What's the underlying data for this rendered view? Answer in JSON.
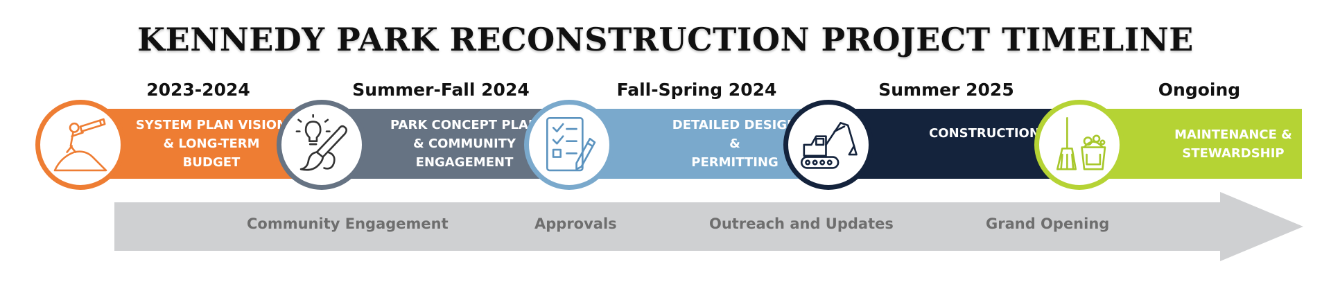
{
  "title": "KENNEDY PARK RECONSTRUCTION PROJECT TIMELINE",
  "phases": [
    {
      "date": "2023-2024",
      "label": "SYSTEM PLAN VISION\n& LONG-TERM\nBUDGET",
      "color": "#EE7D33",
      "icon": "telescope-person-icon"
    },
    {
      "date": "Summer-Fall 2024",
      "label": "PARK CONCEPT PLAN\n& COMMUNITY\nENGAGEMENT",
      "color": "#667383",
      "icon": "lightbulb-brush-icon"
    },
    {
      "date": "Fall-Spring 2024",
      "label": "DETAILED DESIGN &\nPERMITTING",
      "color": "#7AA9CC",
      "icon": "checklist-pencil-icon"
    },
    {
      "date": "Summer 2025",
      "label": "CONSTRUCTION",
      "color": "#14233C",
      "icon": "excavator-icon"
    },
    {
      "date": "Ongoing",
      "label": "MAINTENANCE &\nSTEWARDSHIP",
      "color": "#B5D334",
      "icon": "broom-bucket-icon"
    }
  ],
  "milestones": [
    "Community Engagement",
    "Approvals",
    "Outreach and Updates",
    "Grand Opening"
  ],
  "arrow_color": "#CFD0D2"
}
